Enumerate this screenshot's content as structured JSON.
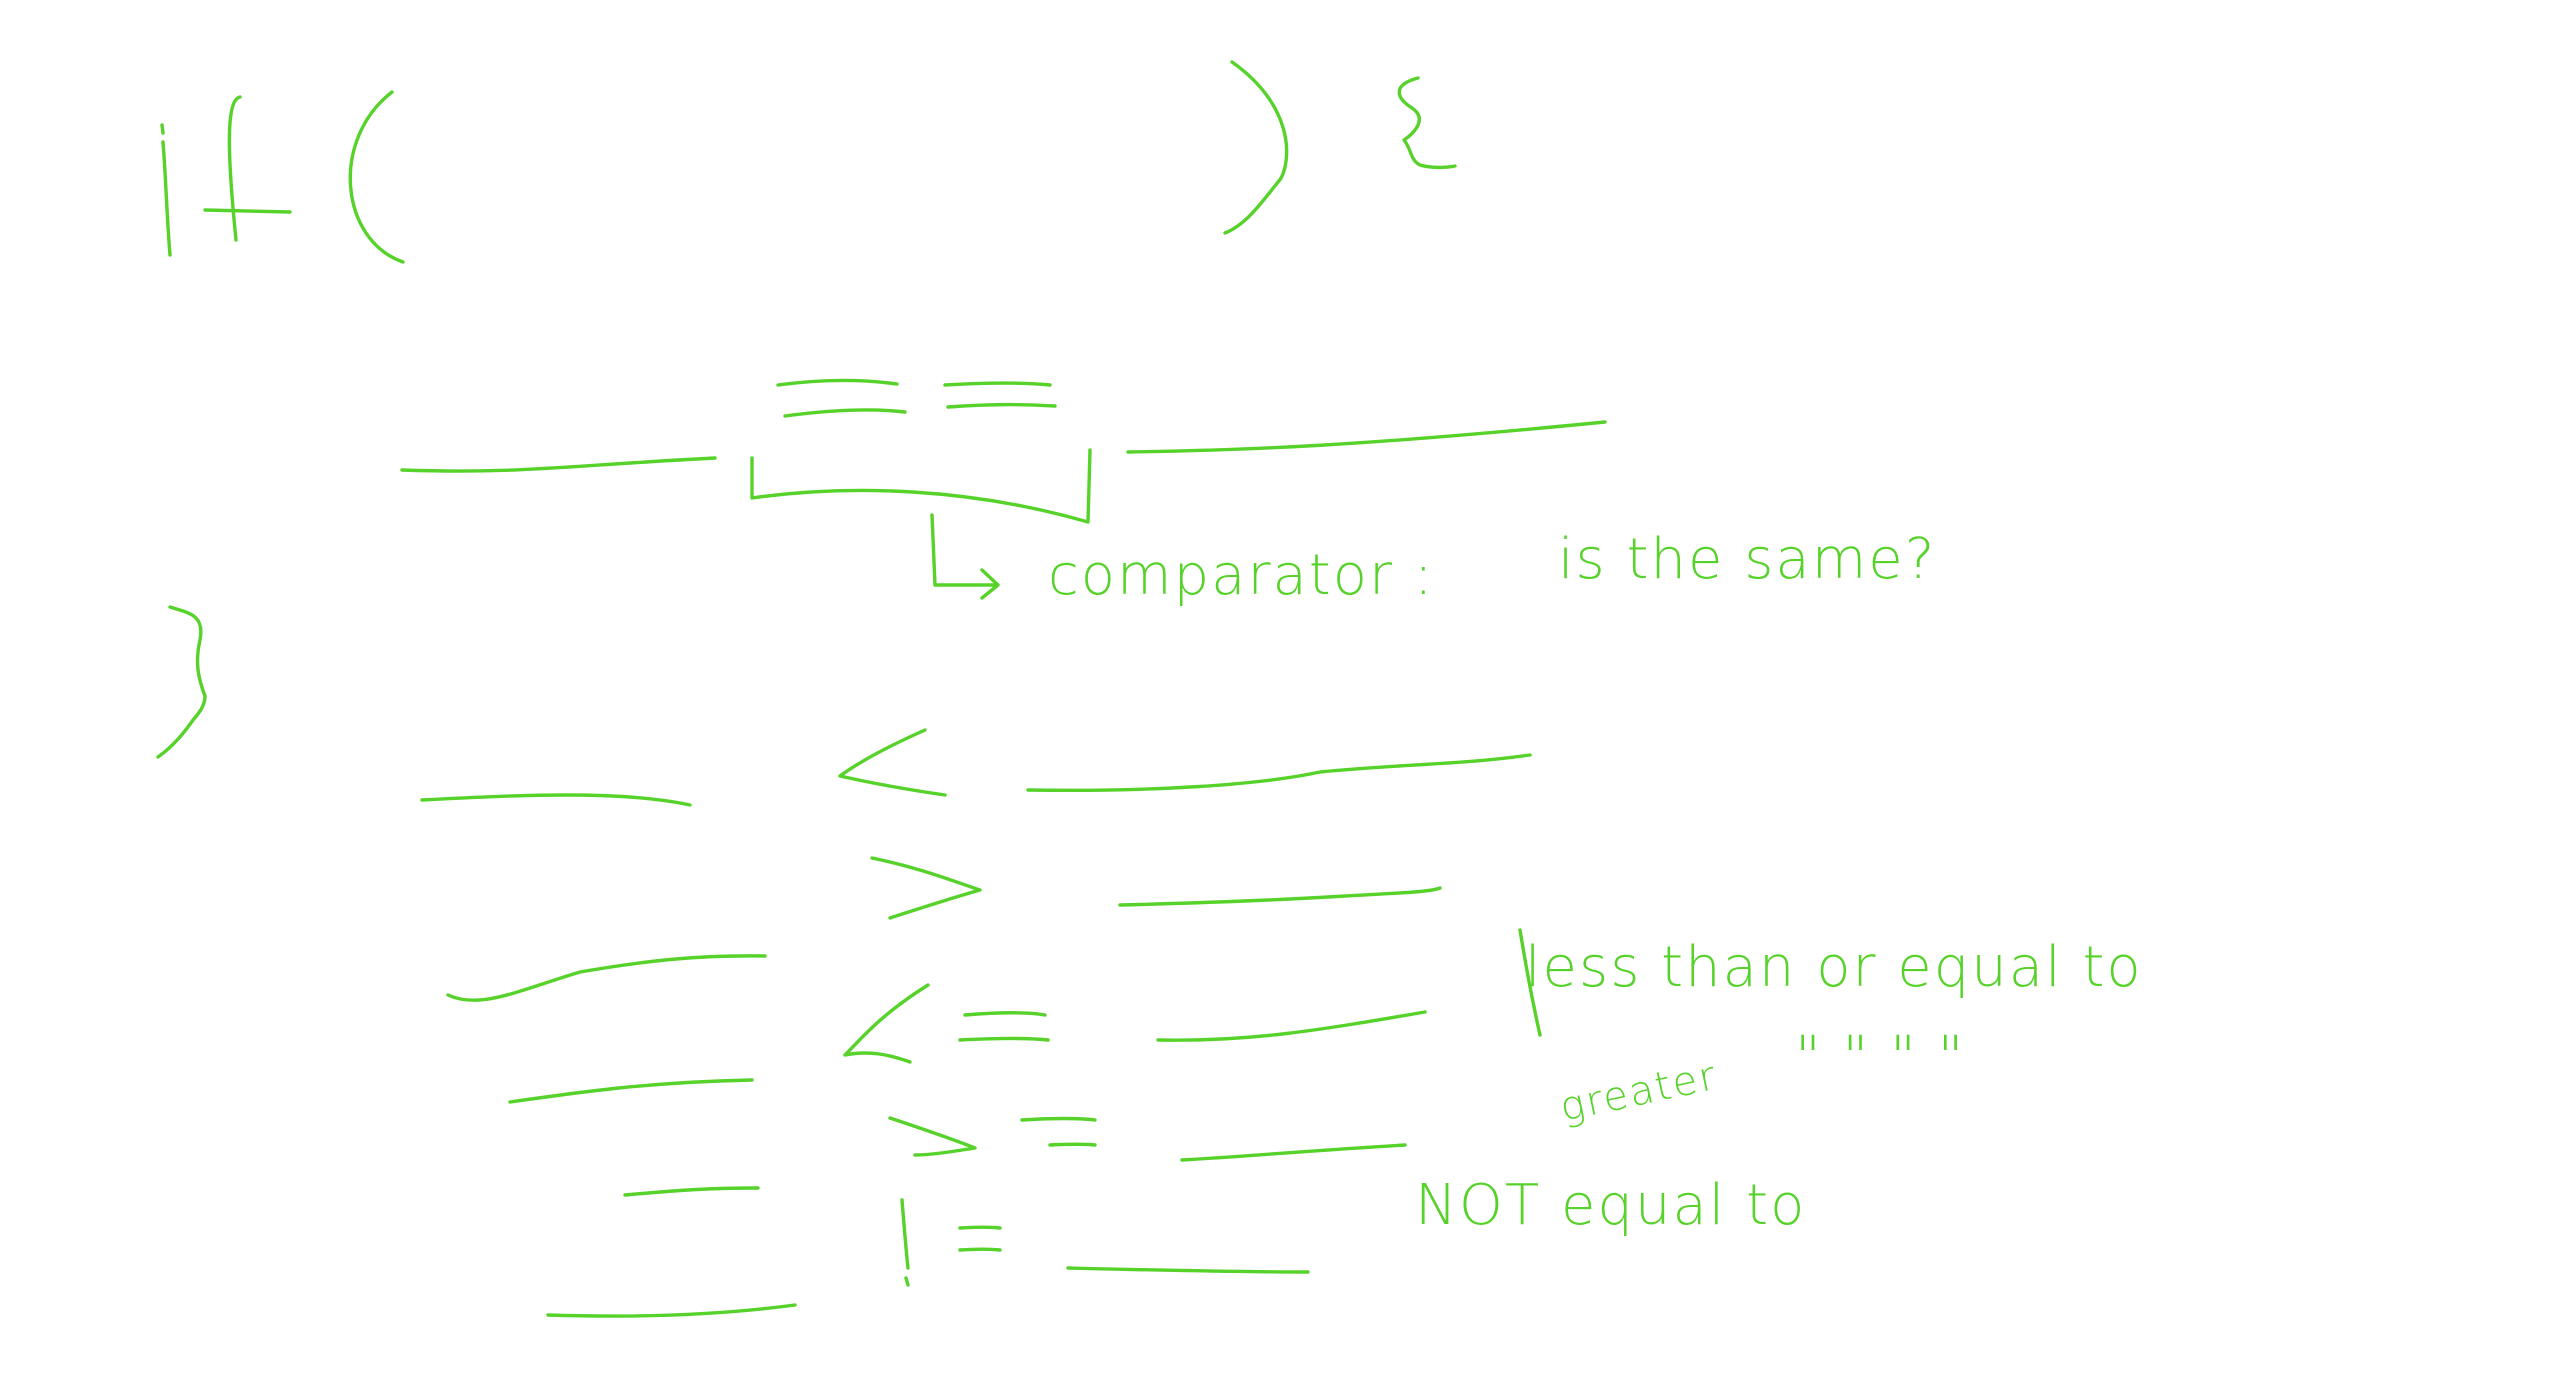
{
  "colors": {
    "ink": "#56d22a",
    "background": "#ffffff"
  },
  "notes": {
    "comparator": "comparator :",
    "is_the_same": "is the same?",
    "less_than_or_equal": "less than or equal to",
    "greater": "greater",
    "ditto_marks": "\"   \"   \"        \"",
    "not_equal": "NOT   equal to"
  }
}
